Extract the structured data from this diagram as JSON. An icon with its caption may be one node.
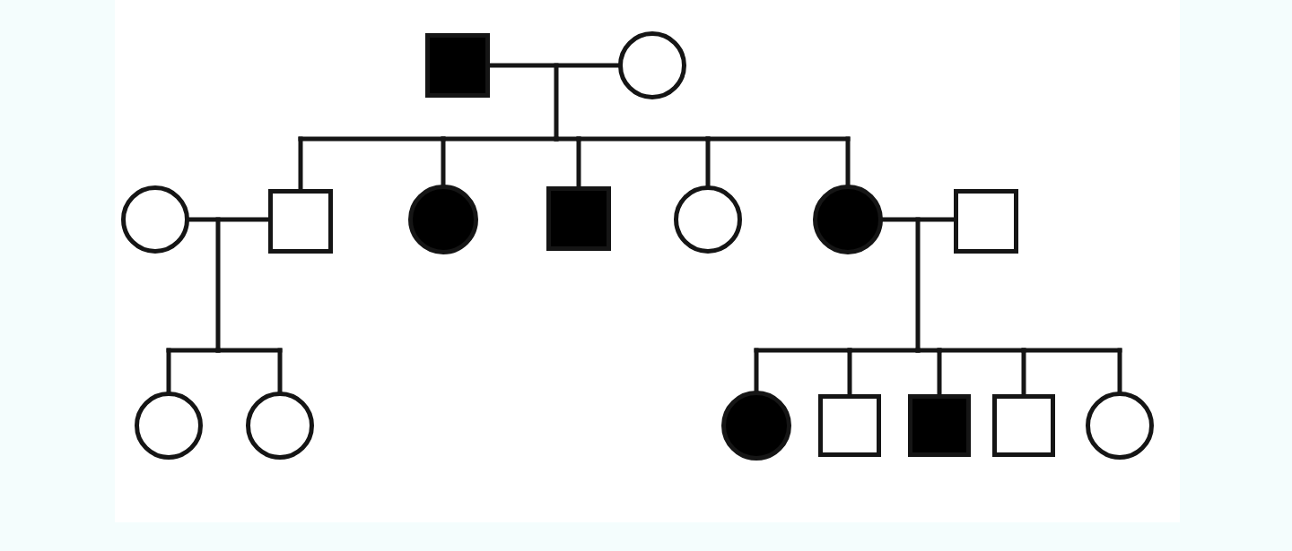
{
  "diagram": {
    "nodes": [
      {
        "text": [],
        "shape": "filled-box"
      },
      {
        "text": [],
        "shape": "circle"
      },
      {
        "text": [],
        "shape": "circle"
      },
      {
        "text": [],
        "shape": "box"
      },
      {
        "text": [],
        "shape": "filled-circle"
      },
      {
        "text": [],
        "shape": "filled-box"
      },
      {
        "text": [],
        "shape": "circle"
      },
      {
        "text": [],
        "shape": "filled-circle"
      },
      {
        "text": [],
        "shape": "box"
      },
      {
        "text": [],
        "shape": "circle"
      },
      {
        "text": [],
        "shape": "circle"
      },
      {
        "text": [],
        "shape": "filled-circle"
      },
      {
        "text": [],
        "shape": "box"
      },
      {
        "text": [],
        "shape": "filled-box"
      },
      {
        "text": [],
        "shape": "box"
      },
      {
        "text": [],
        "shape": "circle"
      }
    ],
    "edges": [
      {
        "from": 0,
        "to": 1,
        "arrow": "none"
      },
      {
        "from": 0,
        "to": 3,
        "arrow": "none"
      },
      {
        "from": 0,
        "to": 4,
        "arrow": "none"
      },
      {
        "from": 0,
        "to": 5,
        "arrow": "none"
      },
      {
        "from": 0,
        "to": 6,
        "arrow": "none"
      },
      {
        "from": 0,
        "to": 7,
        "arrow": "none"
      },
      {
        "from": 1,
        "to": 3,
        "arrow": "none"
      },
      {
        "from": 1,
        "to": 4,
        "arrow": "none"
      },
      {
        "from": 1,
        "to": 5,
        "arrow": "none"
      },
      {
        "from": 1,
        "to": 6,
        "arrow": "none"
      },
      {
        "from": 1,
        "to": 7,
        "arrow": "none"
      },
      {
        "from": 2,
        "to": 3,
        "arrow": "none"
      },
      {
        "from": 2,
        "to": 9,
        "arrow": "none"
      },
      {
        "from": 2,
        "to": 10,
        "arrow": "none"
      },
      {
        "from": 3,
        "to": 9,
        "arrow": "none"
      },
      {
        "from": 3,
        "to": 10,
        "arrow": "none"
      },
      {
        "from": 7,
        "to": 8,
        "arrow": "none"
      },
      {
        "from": 7,
        "to": 11,
        "arrow": "none"
      },
      {
        "from": 7,
        "to": 12,
        "arrow": "none"
      },
      {
        "from": 7,
        "to": 13,
        "arrow": "none"
      },
      {
        "from": 7,
        "to": 14,
        "arrow": "none"
      },
      {
        "from": 7,
        "to": 15,
        "arrow": "none"
      },
      {
        "from": 8,
        "to": 11,
        "arrow": "none"
      },
      {
        "from": 8,
        "to": 12,
        "arrow": "none"
      },
      {
        "from": 8,
        "to": 13,
        "arrow": "none"
      },
      {
        "from": 8,
        "to": 14,
        "arrow": "none"
      },
      {
        "from": 8,
        "to": 15,
        "arrow": "none"
      }
    ]
  }
}
